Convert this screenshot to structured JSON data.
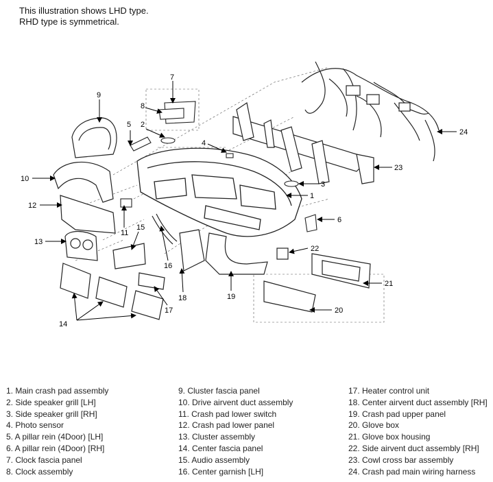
{
  "note": {
    "line1": "This illustration shows LHD type.",
    "line2": "RHD type is symmetrical."
  },
  "callouts": {
    "n1": "1",
    "n2": "2",
    "n3": "3",
    "n4": "4",
    "n5": "5",
    "n6": "6",
    "n7": "7",
    "n8": "8",
    "n9": "9",
    "n10": "10",
    "n11": "11",
    "n12": "12",
    "n13": "13",
    "n14": "14",
    "n15": "15",
    "n16": "16",
    "n17": "17",
    "n18": "18",
    "n19": "19",
    "n20": "20",
    "n21": "21",
    "n22": "22",
    "n23": "23",
    "n24": "24"
  },
  "legend": {
    "col1": [
      "1. Main crash pad assembly",
      "2. Side speaker grill [LH]",
      "3. Side speaker grill [RH]",
      "4. Photo sensor",
      "5. A pillar rein (4Door) [LH]",
      "6. A pillar rein (4Door) [RH]",
      "7. Clock fascia panel",
      "8. Clock assembly"
    ],
    "col2": [
      "9. Cluster fascia panel",
      "10. Drive airvent duct assembly",
      "11. Crash pad lower switch",
      "12. Crash pad lower panel",
      "13. Cluster assembly",
      "14. Center fascia panel",
      "15. Audio assembly",
      "16. Center garnish [LH]"
    ],
    "col3": [
      "17. Heater control unit",
      "18. Center airvent duct assembly [RH]",
      "19. Crash pad upper panel",
      "20. Glove box",
      "21. Glove box housing",
      "22. Side airvent duct assembly [RH]",
      "23. Cowl cross bar assembly",
      "24. Crash pad main wiring harness"
    ]
  }
}
